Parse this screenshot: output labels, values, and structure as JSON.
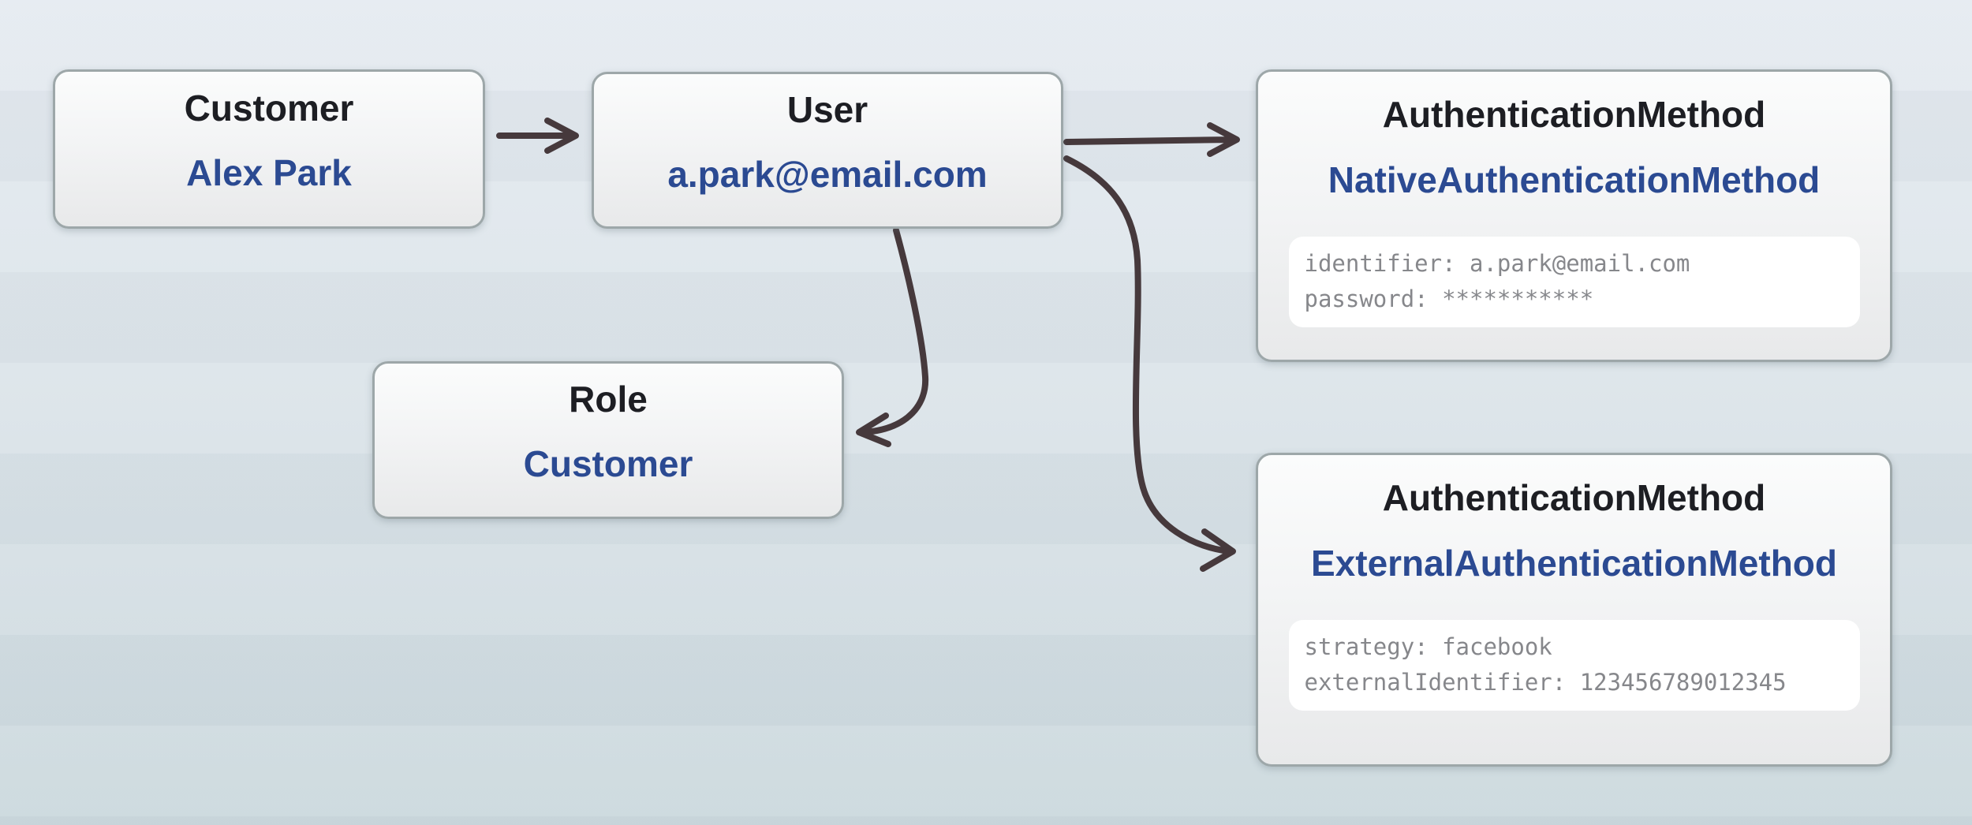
{
  "diagram": {
    "customer": {
      "title": "Customer",
      "value": "Alex Park"
    },
    "user": {
      "title": "User",
      "value": "a.park@email.com"
    },
    "role": {
      "title": "Role",
      "value": "Customer"
    },
    "native_auth": {
      "title": "AuthenticationMethod",
      "value": "NativeAuthenticationMethod",
      "attr1": "identifier: a.park@email.com",
      "attr2": "password: ***********"
    },
    "external_auth": {
      "title": "AuthenticationMethod",
      "value": "ExternalAuthenticationMethod",
      "attr1": "strategy: facebook",
      "attr2": "externalIdentifier: 123456789012345"
    }
  },
  "edges": [
    {
      "from": "Customer",
      "to": "User"
    },
    {
      "from": "User",
      "to": "NativeAuthenticationMethod"
    },
    {
      "from": "User",
      "to": "Role"
    },
    {
      "from": "User",
      "to": "ExternalAuthenticationMethod"
    }
  ],
  "colors": {
    "title_text": "#1d1e23",
    "value_text": "#2b4a92",
    "attr_text": "#86878b",
    "arrow": "#46393c",
    "node_border": "#9da7a9",
    "background_top": "#e6ebf1",
    "background_bottom": "#ccd9de"
  }
}
